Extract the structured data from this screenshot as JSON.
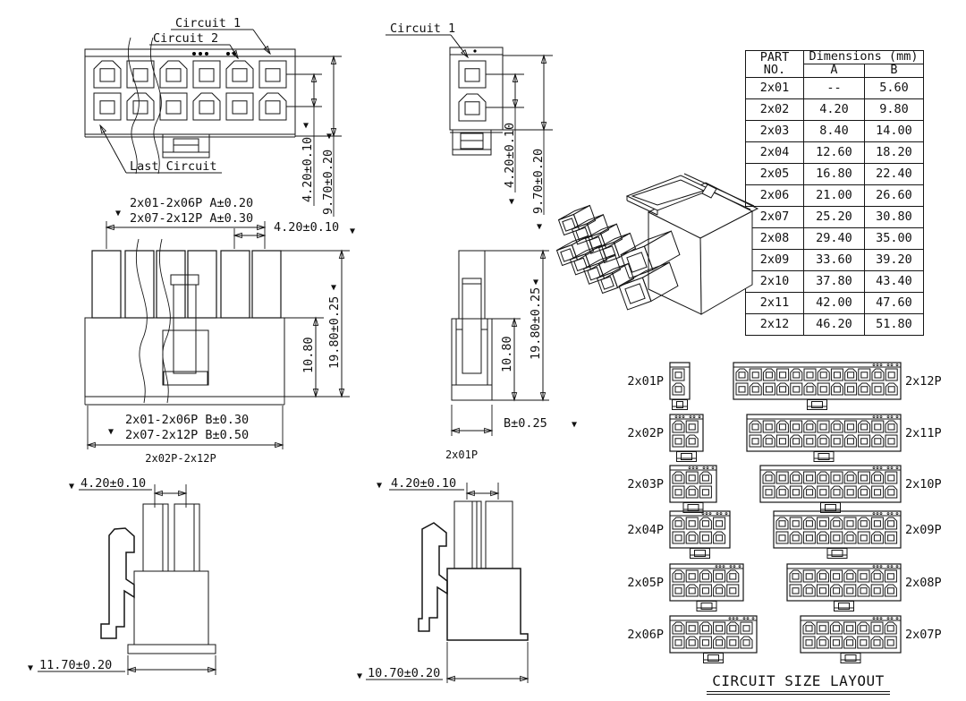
{
  "symbols": {
    "finish_mark": "▼"
  },
  "views": {
    "front_multi": {
      "circuit1": "Circuit 1",
      "circuit2": "Circuit 2",
      "last_circuit": "Last Circuit",
      "dim_pitch_row": "4.20±0.10",
      "dim_height": "9.70±0.20"
    },
    "front_single": {
      "circuit1": "Circuit 1",
      "dim_pitch_row": "4.20±0.10",
      "dim_height": "9.70±0.20"
    },
    "top_multi": {
      "dim_a_line1": "2x01-2x06P A±0.20",
      "dim_a_line2": "2x07-2x12P A±0.30",
      "dim_pitch": "4.20±0.10",
      "dim_total_height": "19.80±0.25",
      "dim_body_height": "10.80",
      "dim_b_line1": "2x01-2x06P B±0.30",
      "dim_b_line2": "2x07-2x12P B±0.50",
      "caption": "2x02P-2x12P"
    },
    "top_single": {
      "dim_total_height": "19.80±0.25",
      "dim_body_height": "10.80",
      "dim_b": "B±0.25",
      "caption": "2x01P"
    },
    "side_left": {
      "dim_pitch": "4.20±0.10",
      "dim_base": "11.70±0.20"
    },
    "side_right": {
      "dim_pitch": "4.20±0.10",
      "dim_base": "10.70±0.20"
    }
  },
  "table": {
    "part_no_header": "PART NO.",
    "dims_header": "Dimensions (mm)",
    "col_a": "A",
    "col_b": "B",
    "rows": [
      {
        "part": "2x01",
        "a": "--",
        "b": "5.60"
      },
      {
        "part": "2x02",
        "a": "4.20",
        "b": "9.80"
      },
      {
        "part": "2x03",
        "a": "8.40",
        "b": "14.00"
      },
      {
        "part": "2x04",
        "a": "12.60",
        "b": "18.20"
      },
      {
        "part": "2x05",
        "a": "16.80",
        "b": "22.40"
      },
      {
        "part": "2x06",
        "a": "21.00",
        "b": "26.60"
      },
      {
        "part": "2x07",
        "a": "25.20",
        "b": "30.80"
      },
      {
        "part": "2x08",
        "a": "29.40",
        "b": "35.00"
      },
      {
        "part": "2x09",
        "a": "33.60",
        "b": "39.20"
      },
      {
        "part": "2x10",
        "a": "37.80",
        "b": "43.40"
      },
      {
        "part": "2x11",
        "a": "42.00",
        "b": "47.60"
      },
      {
        "part": "2x12",
        "a": "46.20",
        "b": "51.80"
      }
    ]
  },
  "layout": {
    "title": "CIRCUIT SIZE LAYOUT",
    "left_column": [
      {
        "label": "2x01P",
        "circuits": 1
      },
      {
        "label": "2x02P",
        "circuits": 2
      },
      {
        "label": "2x03P",
        "circuits": 3
      },
      {
        "label": "2x04P",
        "circuits": 4
      },
      {
        "label": "2x05P",
        "circuits": 5
      },
      {
        "label": "2x06P",
        "circuits": 6
      }
    ],
    "right_column": [
      {
        "label": "2x12P",
        "circuits": 12
      },
      {
        "label": "2x11P",
        "circuits": 11
      },
      {
        "label": "2x10P",
        "circuits": 10
      },
      {
        "label": "2x09P",
        "circuits": 9
      },
      {
        "label": "2x08P",
        "circuits": 8
      },
      {
        "label": "2x07P",
        "circuits": 7
      }
    ]
  }
}
